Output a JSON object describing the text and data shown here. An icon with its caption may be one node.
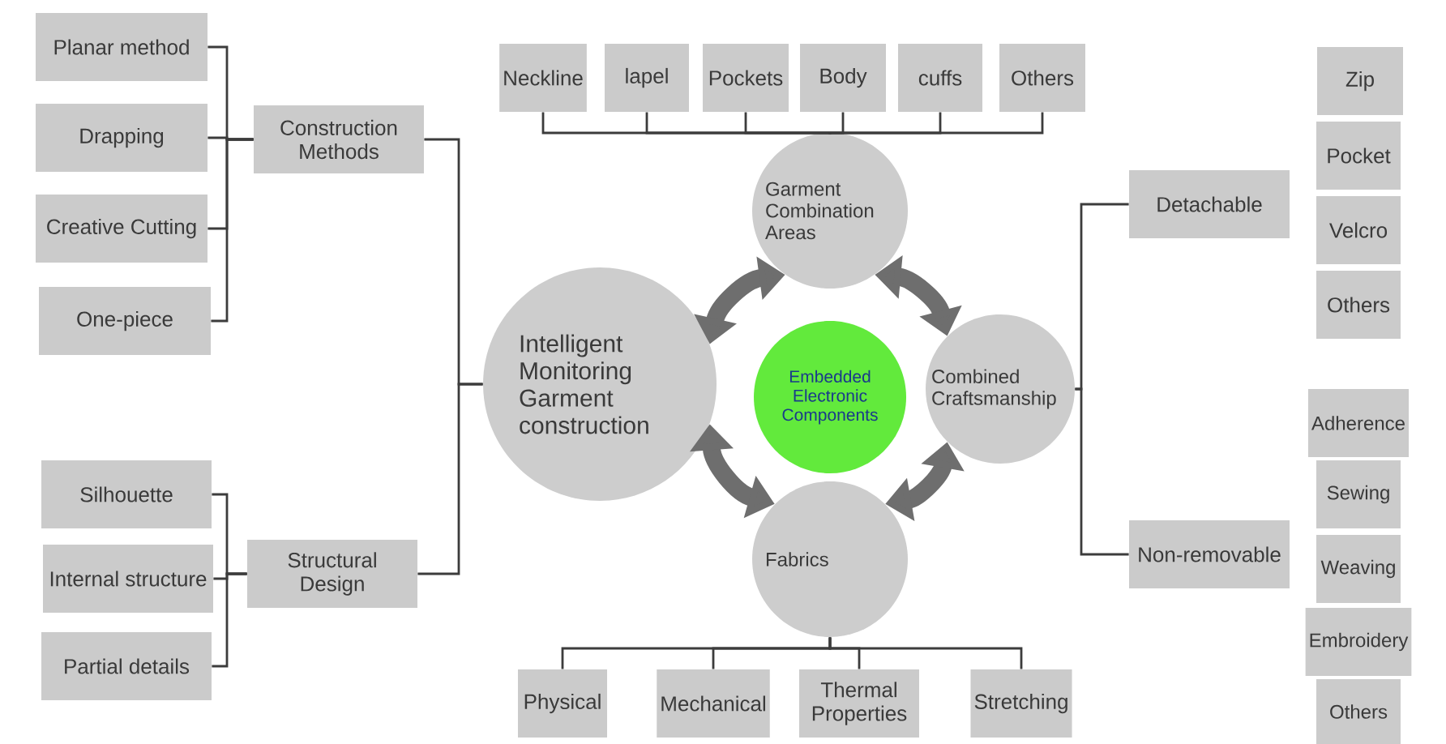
{
  "diagram": {
    "nodes": [
      {
        "text": [
          "Planar method"
        ]
      },
      {
        "text": [
          "Drapping"
        ]
      },
      {
        "text": [
          "Creative Cutting"
        ]
      },
      {
        "text": [
          "One-piece"
        ]
      },
      {
        "text": [
          "Construction Methods"
        ]
      },
      {
        "text": [
          "Silhouette"
        ]
      },
      {
        "text": [
          "Internal structure"
        ]
      },
      {
        "text": [
          "Partial details"
        ]
      },
      {
        "text": [
          "Structural Design"
        ]
      },
      {
        "text": [
          "Intelligent Monitoring Garment construction"
        ]
      },
      {
        "text": [
          "Neckline"
        ]
      },
      {
        "text": [
          "lapel"
        ]
      },
      {
        "text": [
          "Pockets"
        ]
      },
      {
        "text": [
          "Body"
        ]
      },
      {
        "text": [
          "cuffs"
        ]
      },
      {
        "text": [
          "Others"
        ]
      },
      {
        "text": [
          "Garment Combination Areas"
        ]
      },
      {
        "text": [
          "Embedded Electronic Components"
        ]
      },
      {
        "text": [
          "Combined Craftsmanship"
        ]
      },
      {
        "text": [
          "Fabrics"
        ]
      },
      {
        "text": [
          "Physical"
        ]
      },
      {
        "text": [
          "Mechanical"
        ]
      },
      {
        "text": [
          "Thermal Properties"
        ]
      },
      {
        "text": [
          "Stretching"
        ]
      },
      {
        "text": [
          "Detachable"
        ]
      },
      {
        "text": [
          "Non-removable"
        ]
      },
      {
        "text": [
          "Zip"
        ]
      },
      {
        "text": [
          "Pocket"
        ]
      },
      {
        "text": [
          "Velcro"
        ]
      },
      {
        "text": [
          "Others"
        ]
      },
      {
        "text": [
          "Adherence"
        ]
      },
      {
        "text": [
          "Sewing"
        ]
      },
      {
        "text": [
          "Weaving"
        ]
      },
      {
        "text": [
          "Embroidery"
        ]
      },
      {
        "text": [
          "Others"
        ]
      }
    ],
    "edges": [
      {
        "from": 4,
        "to": 0,
        "arrow": "none"
      },
      {
        "from": 4,
        "to": 1,
        "arrow": "none"
      },
      {
        "from": 4,
        "to": 2,
        "arrow": "none"
      },
      {
        "from": 4,
        "to": 3,
        "arrow": "none"
      },
      {
        "from": 9,
        "to": 4,
        "arrow": "none"
      },
      {
        "from": 9,
        "to": 8,
        "arrow": "none"
      },
      {
        "from": 8,
        "to": 5,
        "arrow": "none"
      },
      {
        "from": 8,
        "to": 6,
        "arrow": "none"
      },
      {
        "from": 8,
        "to": 7,
        "arrow": "none"
      },
      {
        "from": 16,
        "to": 10,
        "arrow": "none"
      },
      {
        "from": 16,
        "to": 11,
        "arrow": "none"
      },
      {
        "from": 16,
        "to": 12,
        "arrow": "none"
      },
      {
        "from": 16,
        "to": 13,
        "arrow": "none"
      },
      {
        "from": 16,
        "to": 14,
        "arrow": "none"
      },
      {
        "from": 16,
        "to": 15,
        "arrow": "none"
      },
      {
        "from": 19,
        "to": 20,
        "arrow": "none"
      },
      {
        "from": 19,
        "to": 21,
        "arrow": "none"
      },
      {
        "from": 19,
        "to": 22,
        "arrow": "none"
      },
      {
        "from": 19,
        "to": 23,
        "arrow": "none"
      },
      {
        "from": 18,
        "to": 24,
        "arrow": "none"
      },
      {
        "from": 18,
        "to": 25,
        "arrow": "none"
      },
      {
        "from": 9,
        "to": 16,
        "arrow": "both",
        "style": "thick",
        "color": "#6e6e6e"
      },
      {
        "from": 16,
        "to": 18,
        "arrow": "both",
        "style": "thick",
        "color": "#6e6e6e"
      },
      {
        "from": 18,
        "to": 19,
        "arrow": "both",
        "style": "thick",
        "color": "#6e6e6e"
      },
      {
        "from": 19,
        "to": 9,
        "arrow": "both",
        "style": "thick",
        "color": "#6e6e6e"
      }
    ]
  }
}
